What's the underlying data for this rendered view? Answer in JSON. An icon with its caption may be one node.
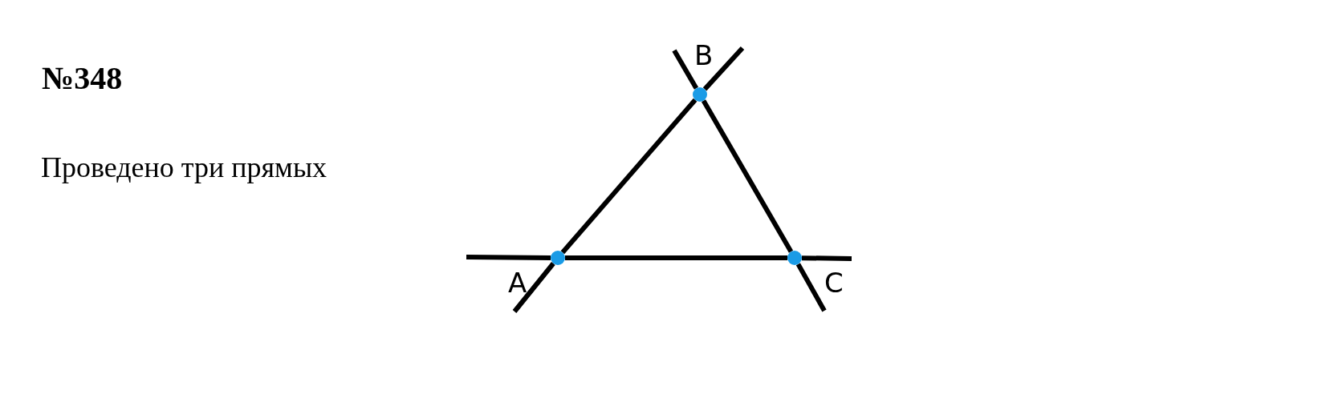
{
  "diagram": {
    "title": "№348",
    "nodes": [
      {
        "text": [],
        "shape": "circle",
        "beside": [
          "A"
        ]
      },
      {
        "text": [],
        "shape": "circle",
        "beside": [
          "B"
        ]
      },
      {
        "text": [],
        "shape": "circle",
        "beside": [
          "C"
        ]
      }
    ],
    "edges": [
      {
        "from": 0,
        "to": 1,
        "arrow": "none"
      },
      {
        "from": 1,
        "to": 2,
        "arrow": "none"
      },
      {
        "from": 0,
        "to": 2,
        "arrow": "none"
      }
    ],
    "labels": [
      "Проведено три прямых"
    ]
  }
}
